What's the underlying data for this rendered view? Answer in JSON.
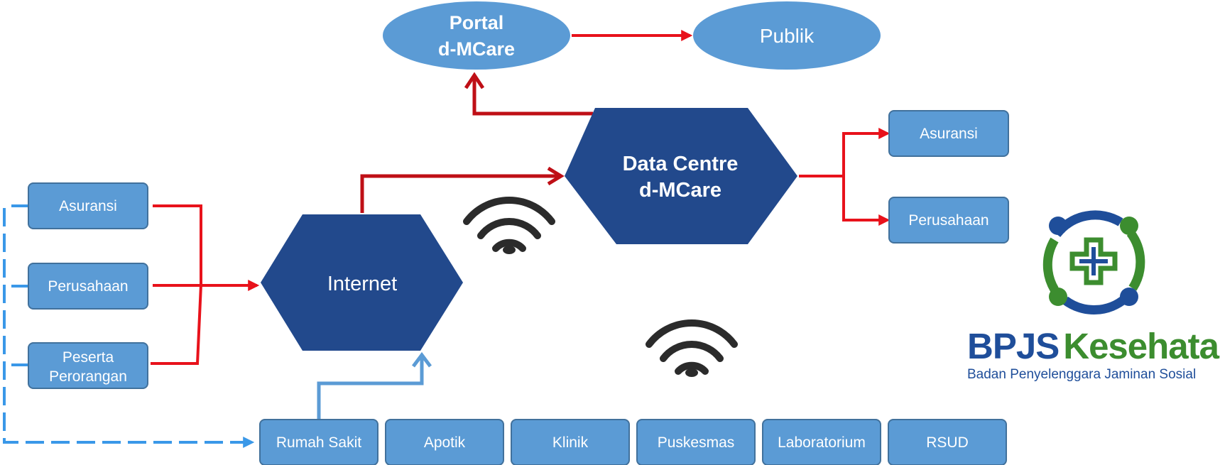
{
  "colors": {
    "box_fill": "#5B9BD5",
    "box_stroke": "#41719C",
    "hex_fill": "#22498C",
    "red_line": "#E8121B",
    "dark_red_line": "#BF0F16",
    "blue_line": "#3A98E8",
    "light_blue_line": "#5B9BD5",
    "wifi": "#2B2B2B",
    "logo_blue": "#1F4E9A",
    "logo_green": "#3C8D2F"
  },
  "ellipses": {
    "portal": {
      "line1": "Portal",
      "line2": "d-MCare"
    },
    "publik": {
      "label": "Publik"
    }
  },
  "hexagons": {
    "data_centre": {
      "line1": "Data Centre",
      "line2": "d-MCare"
    },
    "internet": {
      "label": "Internet"
    }
  },
  "left_sources": {
    "asuransi": "Asuransi",
    "perusahaan": "Perusahaan",
    "peserta_line1": "Peserta",
    "peserta_line2": "Perorangan"
  },
  "right_targets": {
    "asuransi": "Asuransi",
    "perusahaan": "Perusahaan"
  },
  "providers": [
    "Rumah Sakit",
    "Apotik",
    "Klinik",
    "Puskesmas",
    "Laboratorium",
    "RSUD"
  ],
  "logo": {
    "brand_part1": "BPJS",
    "brand_part2": "Kesehatan",
    "tagline": "Badan Penyelenggara Jaminan Sosial"
  }
}
